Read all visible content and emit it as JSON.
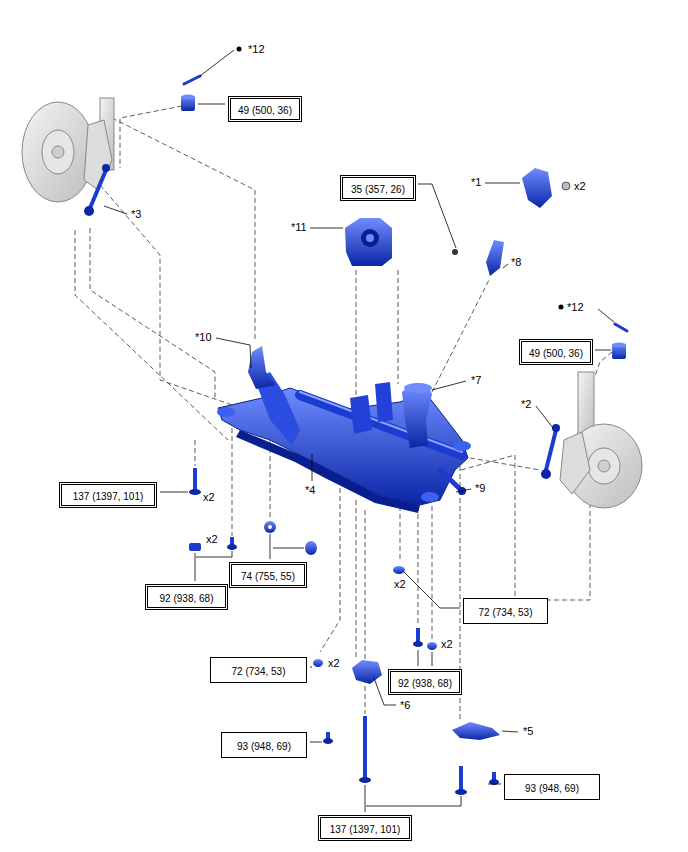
{
  "diagram": {
    "nodes": [
      {
        "text": [
          "49 (500, 36)"
        ]
      },
      {
        "text": [
          "35 (357, 26)"
        ]
      },
      {
        "text": [
          "49 (500, 36)"
        ]
      },
      {
        "text": [
          "137 (1397, 101)"
        ]
      },
      {
        "text": [
          "74 (755, 55)"
        ]
      },
      {
        "text": [
          "92 (938, 68)"
        ]
      },
      {
        "text": [
          "72 (734, 53)"
        ]
      },
      {
        "text": [
          "72 (734, 53)"
        ]
      },
      {
        "text": [
          "92 (938, 68)"
        ]
      },
      {
        "text": [
          "93 (948, 69)"
        ]
      },
      {
        "text": [
          "93 (948, 69)"
        ]
      },
      {
        "text": [
          "137 (1397, 101)"
        ]
      }
    ],
    "labels": [
      "*12",
      "*1",
      "x2",
      "*11",
      "*8",
      "*3",
      "*12",
      "*10",
      "*7",
      "*2",
      "*9",
      "*4",
      "x2",
      "x2",
      "x2",
      "x2",
      "x2",
      "*6",
      "*5"
    ]
  }
}
